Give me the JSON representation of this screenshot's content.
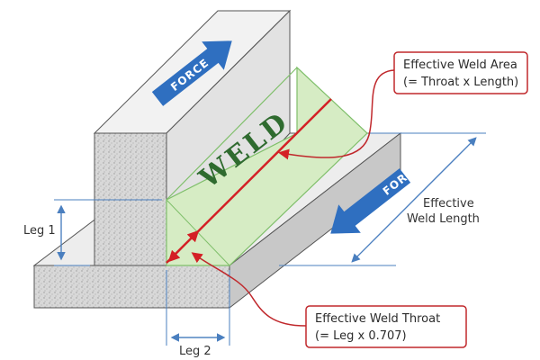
{
  "colors": {
    "steel_face": "#ededed",
    "steel_side": "#dcdcdc",
    "steel_edge": "#555555",
    "weld_fill": "#d6ecc4",
    "weld_stroke": "#7fbf6a",
    "weld_text": "#2f6b2f",
    "force_arrow": "#2f6fc0",
    "dimension_line": "#4a7fbf",
    "callout_stroke": "#c0282c",
    "annotation_red": "#d42026"
  },
  "labels": {
    "weld": "WELD",
    "force_top": "FORCE",
    "force_right": "FORCE",
    "leg1": "Leg 1",
    "leg2": "Leg 2",
    "effective_weld_length_line1": "Effective",
    "effective_weld_length_line2": "Weld Length"
  },
  "callouts": {
    "weld_area": {
      "line1": "Effective Weld Area",
      "line2": "(= Throat x Length)"
    },
    "weld_throat": {
      "line1": "Effective Weld Throat",
      "line2": "(= Leg x 0.707)"
    }
  }
}
